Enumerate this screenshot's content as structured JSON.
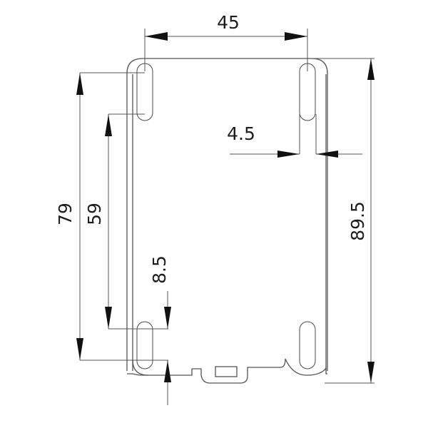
{
  "drawing": {
    "type": "mechanical dimension drawing",
    "units": "mm",
    "dimensions": {
      "hole_spacing_horizontal": "45",
      "slot_to_edge": "4.5",
      "outer_hole_span_vertical": "79",
      "inner_hole_span_vertical": "59",
      "slot_length": "8.5",
      "overall_height": "89.5"
    }
  }
}
